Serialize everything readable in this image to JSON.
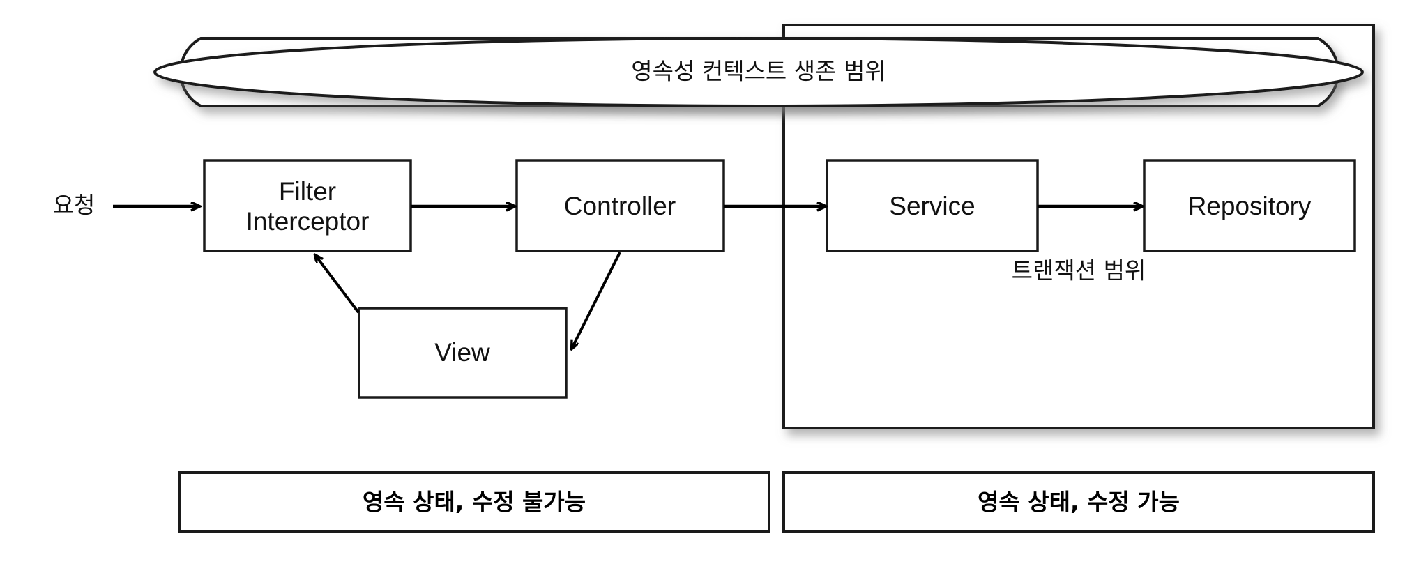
{
  "diagram": {
    "title_text_present": false,
    "background_color": "#ffffff",
    "stroke_color": "#1a1a1a",
    "text_color": "#111111",
    "scopes": [
      {
        "id": "persistence-context-scope",
        "shape": "stadium",
        "label": "영속성 컨텍스트 생존 범위"
      },
      {
        "id": "transaction-scope",
        "shape": "rectangle",
        "label": "트랜잭션 범위"
      }
    ],
    "entry": {
      "label": "요청"
    },
    "nodes": [
      {
        "id": "filter-interceptor",
        "line1": "Filter",
        "line2": "Interceptor"
      },
      {
        "id": "controller",
        "line1": "Controller",
        "line2": ""
      },
      {
        "id": "view",
        "line1": "View",
        "line2": ""
      },
      {
        "id": "service",
        "line1": "Service",
        "line2": ""
      },
      {
        "id": "repository",
        "line1": "Repository",
        "line2": ""
      }
    ],
    "legend": [
      {
        "id": "legend-readonly",
        "label": "영속 상태, 수정 불가능"
      },
      {
        "id": "legend-editable",
        "label": "영속 상태, 수정 가능"
      }
    ]
  }
}
